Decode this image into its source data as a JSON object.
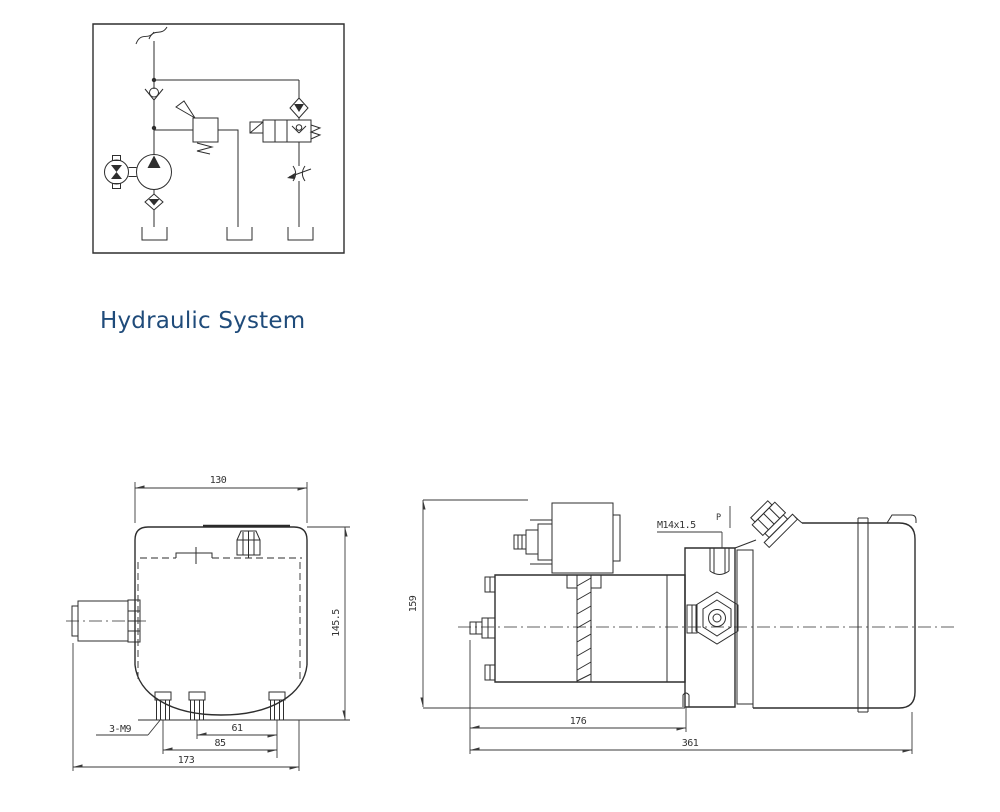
{
  "page": {
    "background": "#ffffff"
  },
  "title": {
    "text": "Hydraulic System",
    "color": "#1f4b7a"
  },
  "drawing_style": {
    "line_color": "#2e2e2e",
    "dim_text_color": "#333333"
  },
  "circuit": {
    "description": "hydraulic power unit schematic: motor, pump, strainer, check valves, relief valve, solenoid valve, throttle, three tanks"
  },
  "front_view": {
    "dim_width_top": "130",
    "dim_height_right": "145.5",
    "stud_thread_label": "3-M9",
    "dim_stud_span_inner": "61",
    "dim_stud_span_outer": "85",
    "dim_overall_width": "173"
  },
  "side_view": {
    "dim_height_left": "159",
    "port_thread_label": "M14x1.5",
    "port_name": "P",
    "dim_motor_length": "176",
    "dim_overall_length": "361"
  }
}
